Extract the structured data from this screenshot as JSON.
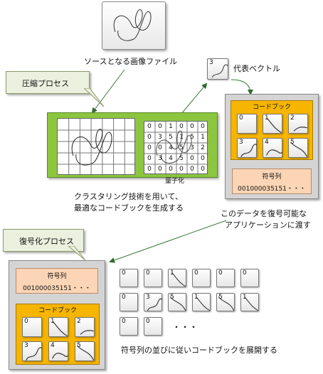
{
  "source_label": "ソースとなる画像ファイル",
  "rep_vector_label": "代表ベクトル",
  "rep_vector_num": "3",
  "compress_title": "圧縮プロセス",
  "restore_title": "復号化プロセス",
  "quantize_label": "量子化",
  "clustering_line1": "クラスタリング技術を用いて、",
  "clustering_line2": "最適なコードブックを生成する",
  "transfer_line1": "このデータを復号可能な",
  "transfer_line2": "アプリケーションに渡す",
  "codebook_title": "コードブック",
  "code_seq_title": "符号列",
  "code_seq_value": "001000035151・・・",
  "expand_label": "符号列の並びに従いコードブックを展開する",
  "ellipsis": "・・・",
  "quant_grid": [
    [
      "0",
      "0",
      "1",
      "0",
      "0",
      "0"
    ],
    [
      "0",
      "3",
      "5",
      "1",
      "5",
      "1"
    ],
    [
      "0",
      "0",
      "4",
      "5",
      "3",
      "2"
    ],
    [
      "0",
      "3",
      "4",
      "5",
      "0",
      "0"
    ],
    [
      "0",
      "0",
      "0",
      "0",
      "0",
      "0"
    ]
  ],
  "codebook_nums": [
    "0",
    "1",
    "2",
    "3",
    "4",
    "5"
  ],
  "expanded_rows": [
    [
      "0",
      "0",
      "1",
      "0",
      "0",
      "0"
    ],
    [
      "0",
      "3",
      "5",
      "1",
      "5",
      "1"
    ],
    [
      "0",
      "0"
    ]
  ]
}
